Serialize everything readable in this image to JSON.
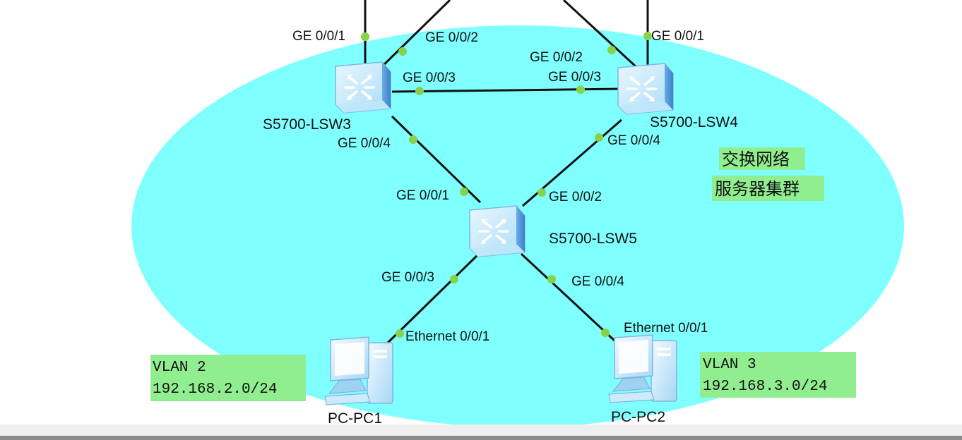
{
  "colors": {
    "zone_fill": "#80ffff",
    "label_box": "#90ee90",
    "link": "#111111",
    "port_dot": "#86d24a",
    "device_blue": "#7ec8f0"
  },
  "zone": {
    "line1": "交换网络",
    "line2": "服务器集群"
  },
  "devices": {
    "lsw3": {
      "name": "S5700-LSW3",
      "icon": "switch-icon"
    },
    "lsw4": {
      "name": "S5700-LSW4",
      "icon": "switch-icon"
    },
    "lsw5": {
      "name": "S5700-LSW5",
      "icon": "switch-icon"
    },
    "pc1": {
      "name": "PC-PC1",
      "icon": "pc-icon"
    },
    "pc2": {
      "name": "PC-PC2",
      "icon": "pc-icon"
    }
  },
  "ports": {
    "lsw3_up1": "GE 0/0/1",
    "lsw3_up2": "GE 0/0/2",
    "lsw3_p3": "GE 0/0/3",
    "lsw3_p4": "GE 0/0/4",
    "lsw4_up1": "GE 0/0/1",
    "lsw4_up2": "GE 0/0/2",
    "lsw4_p3": "GE 0/0/3",
    "lsw4_p4": "GE 0/0/4",
    "lsw5_p1": "GE 0/0/1",
    "lsw5_p2": "GE 0/0/2",
    "lsw5_p3": "GE 0/0/3",
    "lsw5_p4": "GE 0/0/4",
    "pc1_eth": "Ethernet 0/0/1",
    "pc2_eth": "Ethernet 0/0/1"
  },
  "vlans": {
    "v2": {
      "title": "VLAN 2",
      "subnet": "192.168.2.0/24"
    },
    "v3": {
      "title": "VLAN 3",
      "subnet": "192.168.3.0/24"
    }
  }
}
